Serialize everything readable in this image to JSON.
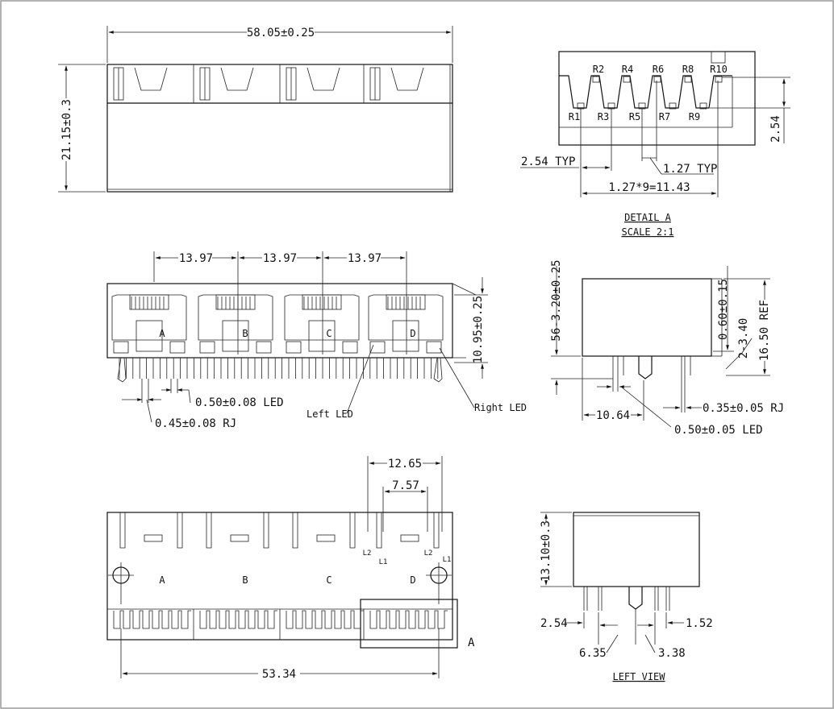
{
  "top_view": {
    "width_dim": "58.05±0.25",
    "height_dim": "21.15±0.3"
  },
  "detail": {
    "top_labels": [
      "R2",
      "R4",
      "R6",
      "R8",
      "R10"
    ],
    "bottom_labels": [
      "R1",
      "R3",
      "R5",
      "R7",
      "R9"
    ],
    "dim_254_typ": "2.54 TYP",
    "dim_127_typ": "1.27 TYP",
    "dim_total": "1.27*9=11.43",
    "dim_right": "2.54",
    "title": "DETAIL A",
    "scale": "SCALE 2:1"
  },
  "front_view": {
    "pitch_dims": [
      "13.97",
      "13.97",
      "13.97"
    ],
    "port_labels": [
      "A",
      "B",
      "C",
      "D"
    ],
    "height_dim": "10.95±0.25",
    "led_pin_dim": "0.50±0.08 LED",
    "rj_pin_dim": "0.45±0.08 RJ",
    "left_led": "Left LED",
    "right_led": "Right LED"
  },
  "side_view": {
    "dim_56": "56-3.20±0.25",
    "dim_060": "0.60±0.15",
    "dim_240": "2-3.40",
    "dim_1650": "16.50 REF",
    "dim_035": "0.35±0.05 RJ",
    "dim_1064": "10.64",
    "dim_050": "0.50±0.05 LED"
  },
  "bottom_view": {
    "dim_1265": "12.65",
    "dim_757": "7.57",
    "dim_5334": "53.34",
    "port_labels": [
      "A",
      "B",
      "C",
      "D"
    ],
    "led_labels": [
      "L2",
      "L1",
      "L2",
      "L1"
    ],
    "detail_callout": "A"
  },
  "left_view": {
    "height_dim": "13.10±0.3",
    "dim_254": "2.54",
    "dim_152": "1.52",
    "dim_635": "6.35",
    "dim_338": "3.38",
    "title": "LEFT VIEW"
  }
}
